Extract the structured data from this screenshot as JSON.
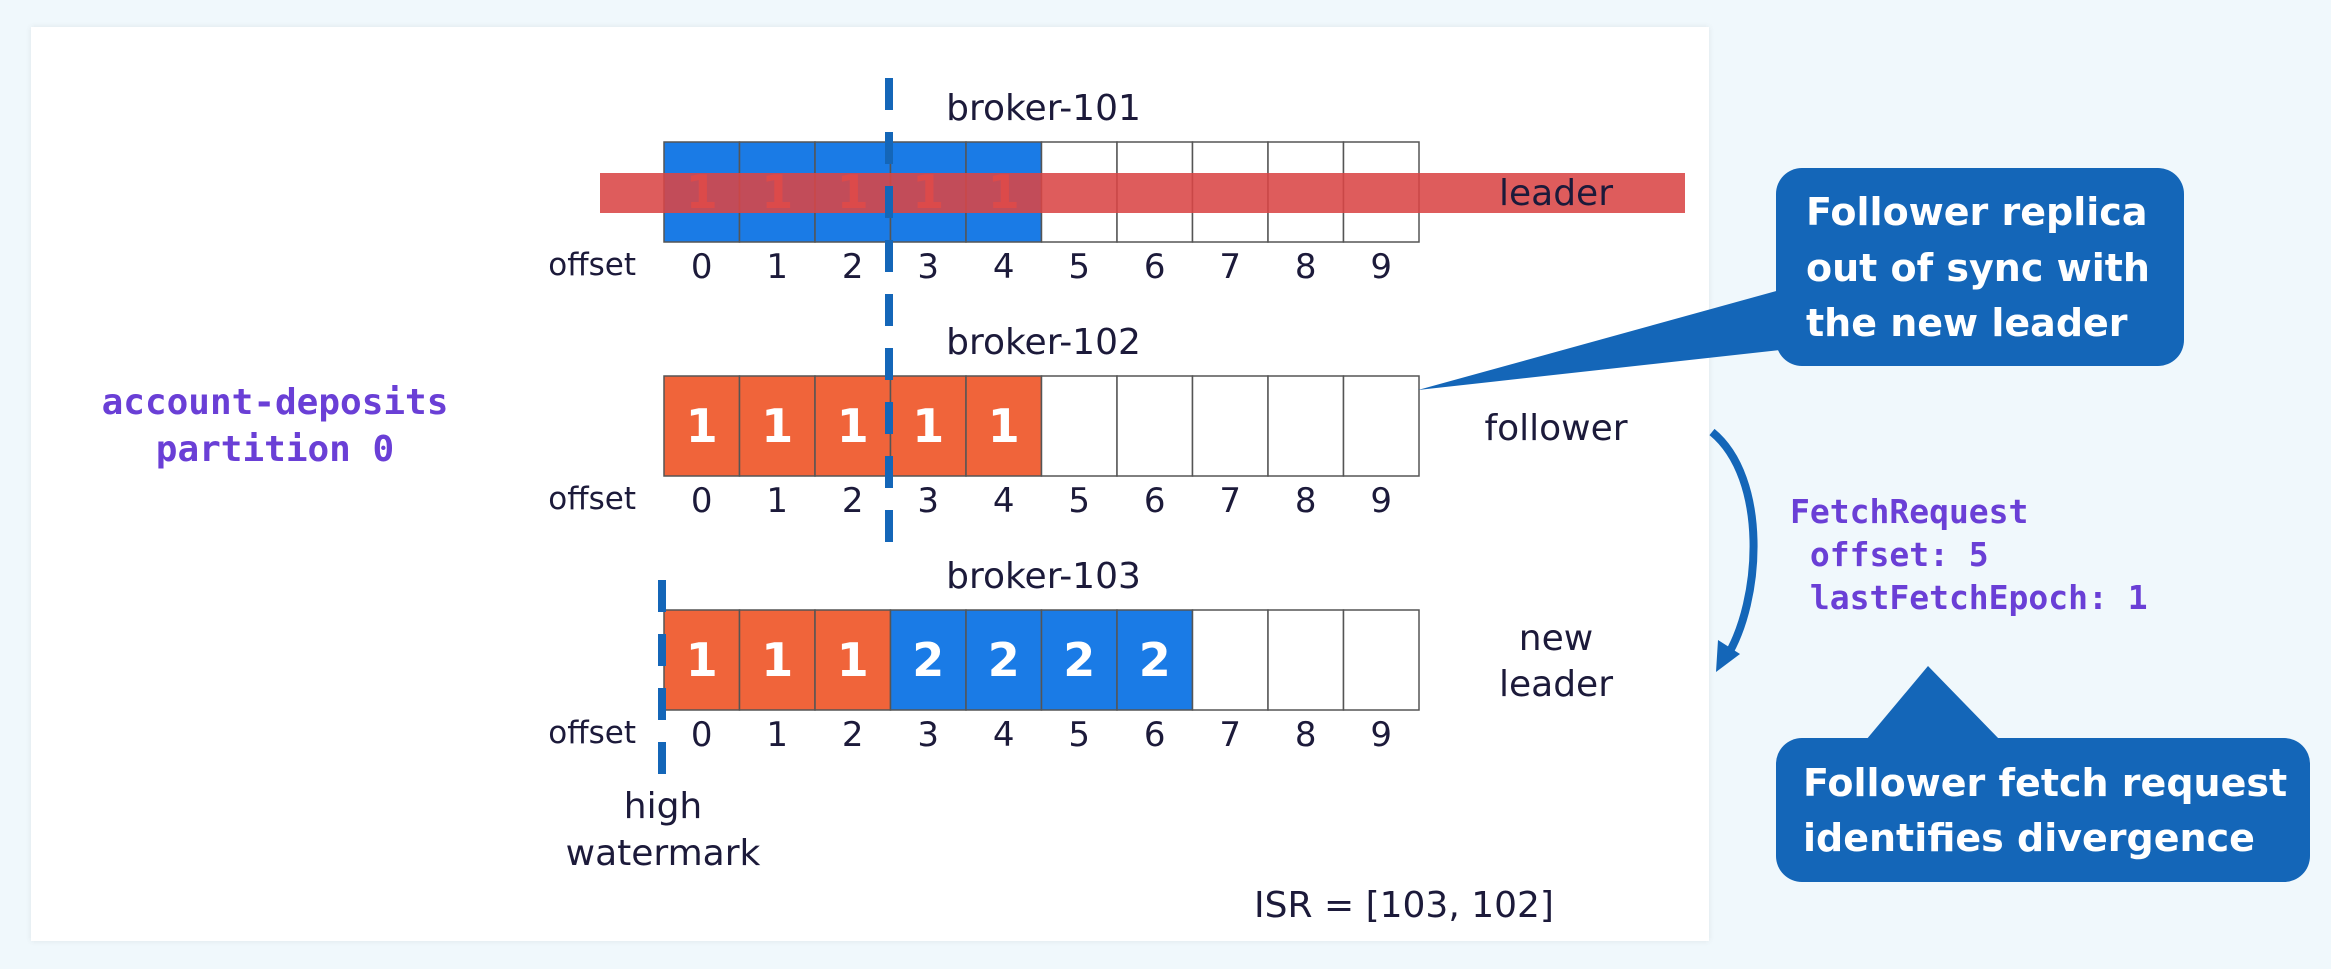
{
  "topic": {
    "line1": "account-deposits",
    "line2": "partition 0"
  },
  "brokers": [
    {
      "name": "broker-101",
      "role": "leader",
      "cells": [
        {
          "value": "1",
          "color": "blue"
        },
        {
          "value": "1",
          "color": "blue"
        },
        {
          "value": "1",
          "color": "blue"
        },
        {
          "value": "1",
          "color": "blue"
        },
        {
          "value": "1",
          "color": "blue"
        },
        {
          "value": "",
          "color": "empty"
        },
        {
          "value": "",
          "color": "empty"
        },
        {
          "value": "",
          "color": "empty"
        },
        {
          "value": "",
          "color": "empty"
        },
        {
          "value": "",
          "color": "empty"
        }
      ]
    },
    {
      "name": "broker-102",
      "role": "follower",
      "cells": [
        {
          "value": "1",
          "color": "orange"
        },
        {
          "value": "1",
          "color": "orange"
        },
        {
          "value": "1",
          "color": "orange"
        },
        {
          "value": "1",
          "color": "orange"
        },
        {
          "value": "1",
          "color": "orange"
        },
        {
          "value": "",
          "color": "empty"
        },
        {
          "value": "",
          "color": "empty"
        },
        {
          "value": "",
          "color": "empty"
        },
        {
          "value": "",
          "color": "empty"
        },
        {
          "value": "",
          "color": "empty"
        }
      ]
    },
    {
      "name": "broker-103",
      "role_line1": "new",
      "role_line2": "leader",
      "cells": [
        {
          "value": "1",
          "color": "orange"
        },
        {
          "value": "1",
          "color": "orange"
        },
        {
          "value": "1",
          "color": "orange"
        },
        {
          "value": "2",
          "color": "blue"
        },
        {
          "value": "2",
          "color": "blue"
        },
        {
          "value": "2",
          "color": "blue"
        },
        {
          "value": "2",
          "color": "blue"
        },
        {
          "value": "",
          "color": "empty"
        },
        {
          "value": "",
          "color": "empty"
        },
        {
          "value": "",
          "color": "empty"
        }
      ]
    }
  ],
  "offset_label": "offset",
  "offsets": [
    "0",
    "1",
    "2",
    "3",
    "4",
    "5",
    "6",
    "7",
    "8",
    "9"
  ],
  "high_watermark": {
    "line1": "high",
    "line2": "watermark"
  },
  "isr": "ISR = [103, 102]",
  "callout_top": {
    "line1": "Follower replica",
    "line2": "out of sync with",
    "line3": "the new leader"
  },
  "callout_bottom": {
    "line1": "Follower fetch request",
    "line2": "identifies divergence"
  },
  "fetch_request": {
    "line1": "FetchRequest",
    "line2": " offset: 5",
    "line3": " lastFetchEpoch: 1"
  },
  "colors": {
    "blue": "#1a7be6",
    "orange": "#f0643a",
    "leader_bar": "#d94545",
    "callout": "#1466b8",
    "purple": "#6a3fd6",
    "dashed": "#1466b8"
  }
}
